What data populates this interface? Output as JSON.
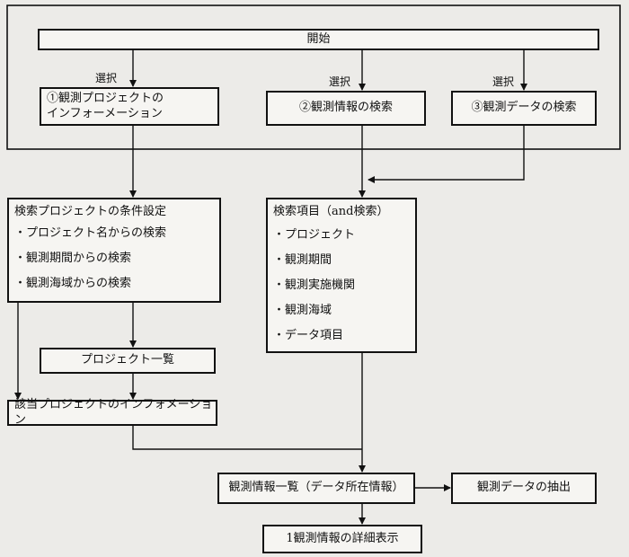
{
  "diagram": {
    "start": "開始",
    "select_label": "選択",
    "option1": {
      "line1": "①観測プロジェクトの",
      "line2": "インフォーメーション"
    },
    "option2": "②観測情報の検索",
    "option3": "③観測データの検索",
    "project_conditions": {
      "title": "検索プロジェクトの条件設定",
      "items": [
        "・プロジェクト名からの検索",
        "・観測期間からの検索",
        "・観測海域からの検索"
      ]
    },
    "search_items": {
      "title": "検索項目（and検索）",
      "items": [
        "・プロジェクト",
        "・観測期間",
        "・観測実施機関",
        "・観測海域",
        "・データ項目"
      ]
    },
    "project_list": "プロジェクト一覧",
    "project_info": "該当プロジェクトのインフォメーション",
    "obs_list": "観測情報一覧（データ所在情報）",
    "data_extract": "観測データの抽出",
    "detail": "1観測情報の詳細表示"
  }
}
